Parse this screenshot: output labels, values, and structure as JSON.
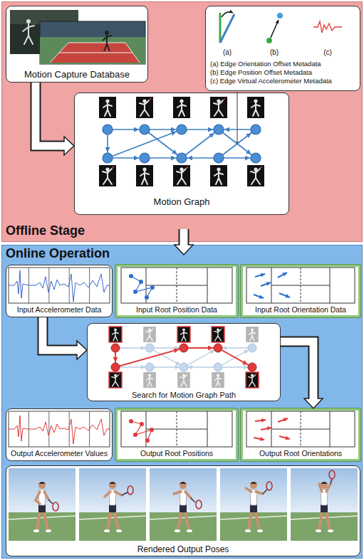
{
  "diagram": {
    "nodes": [
      {
        "text": [
          "Offline Stage"
        ]
      },
      {
        "text": [
          "Motion Capture Database"
        ],
        "in": 0
      },
      {
        "text": [
          "(a)",
          "(b)",
          "(c)",
          "(a) Edge Orientation Offset Metadata",
          "(b) Edge Position Offset Metadata",
          "(c) Edge Virtual Accelerometer Metadata"
        ],
        "in": 0
      },
      {
        "text": [
          "Motion Graph"
        ],
        "in": 0
      },
      {
        "text": [
          "Online Operation"
        ]
      },
      {
        "text": [
          "Input Accelerometer Data"
        ],
        "in": 4
      },
      {
        "text": [
          "Input Root Position Data"
        ],
        "in": 4
      },
      {
        "text": [
          "Input Root Orientation Data"
        ],
        "in": 4
      },
      {
        "text": [
          "Search for Motion Graph Path"
        ],
        "in": 4
      },
      {
        "text": [
          "Output Accelerometer Values"
        ],
        "in": 4
      },
      {
        "text": [
          "Output Root Positions"
        ],
        "in": 4
      },
      {
        "text": [
          "Output Root Orientations"
        ],
        "in": 4
      },
      {
        "text": [
          "Rendered Output Poses"
        ],
        "in": 4
      }
    ],
    "edges": [
      {
        "from": 1,
        "to": 3,
        "arrow": "to"
      },
      {
        "from": 0,
        "to": 4,
        "arrow": "to"
      },
      {
        "from": 5,
        "to": 8,
        "arrow": "to"
      },
      {
        "from": 8,
        "to": 11,
        "arrow": "to"
      }
    ]
  }
}
